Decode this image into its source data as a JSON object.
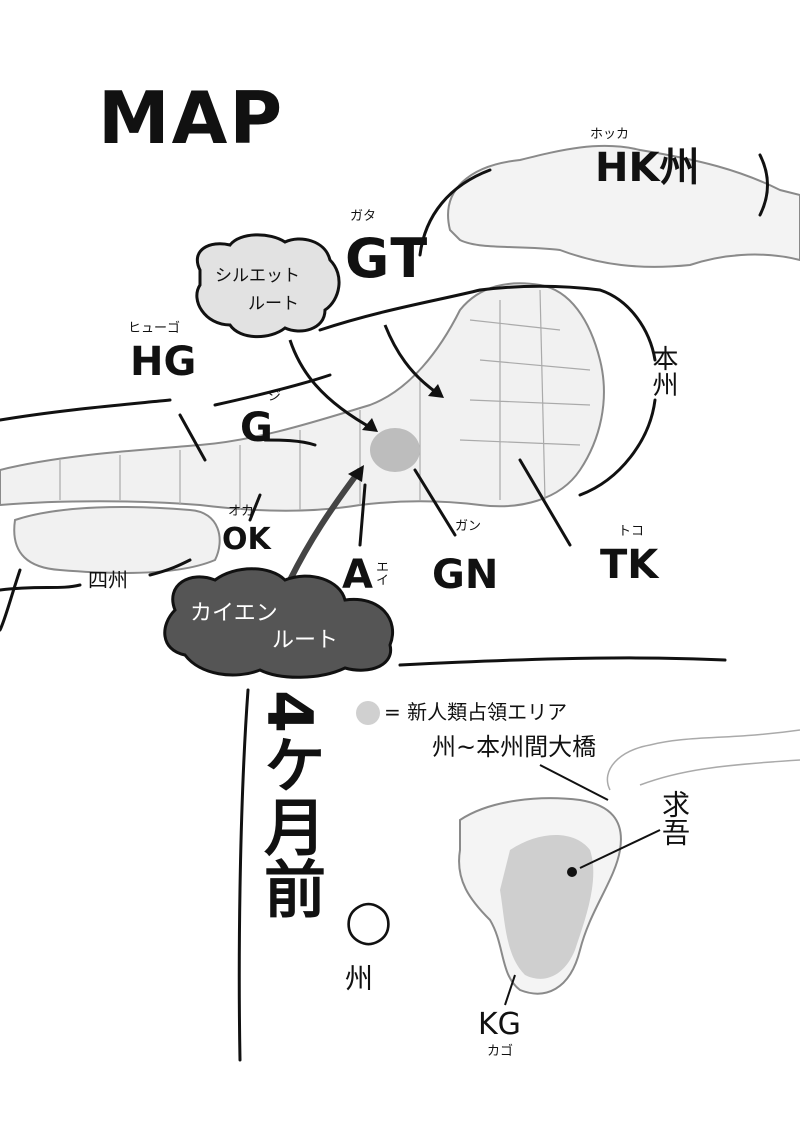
{
  "title": "MAP",
  "regions": {
    "hk": {
      "label": "HK州",
      "ruby": "ホッカ"
    },
    "gt": {
      "label": "GT",
      "ruby": "ガタ"
    },
    "hg": {
      "label": "HG",
      "ruby": "ヒューゴ"
    },
    "g": {
      "label": "G",
      "ruby": "ジ"
    },
    "honshu": {
      "label": "本州"
    },
    "ok": {
      "label": "OK",
      "ruby": "オカ"
    },
    "a": {
      "label": "A",
      "ruby": "エイ"
    },
    "gn": {
      "label": "GN",
      "ruby": "ガン"
    },
    "tk": {
      "label": "TK",
      "ruby": "トコ"
    },
    "shikoku": {
      "label": "四州"
    },
    "kyushu": {
      "label": "州"
    },
    "kg": {
      "label": "KG",
      "ruby": "カゴ"
    }
  },
  "routes": {
    "silhouette": {
      "line1": "シルエット",
      "line2": "ルート"
    },
    "cayenne": {
      "line1": "カイエン",
      "line2": "ルート"
    }
  },
  "inset": {
    "time_label": "4ケ月前",
    "legend": "= 新人類占領エリア",
    "bridge": "州~本州間大橋",
    "kyugo": "求吾"
  },
  "colors": {
    "ink": "#111111",
    "occupied": "#cfcfcf",
    "map_outline": "#8a8a8a",
    "cloud_light": "#e2e2e2",
    "cloud_dark": "#555555"
  }
}
